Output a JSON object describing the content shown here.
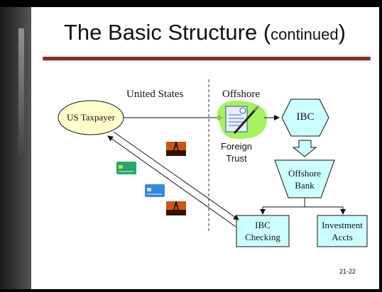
{
  "slide": {
    "title_main": "The Basic Structure (",
    "title_sub": "continued",
    "title_close": ")",
    "page_number": "21-22"
  },
  "diagram": {
    "region_left": "United States",
    "region_right": "Offshore",
    "nodes": {
      "us_taxpayer": "US Taxpayer",
      "foreign_trust": "Foreign Trust",
      "ibc": "IBC",
      "offshore_bank_line1": "Offshore",
      "offshore_bank_line2": "Bank",
      "ibc_checking_line1": "IBC",
      "ibc_checking_line2": "Checking",
      "investment_line1": "Investment",
      "investment_line2": "Accts"
    },
    "colors": {
      "node_fill": "#ccffff",
      "taxpayer_fill": "#ffffcc",
      "title_rule": "#8a2b2b",
      "trust_highlight": "#99ee44"
    }
  }
}
